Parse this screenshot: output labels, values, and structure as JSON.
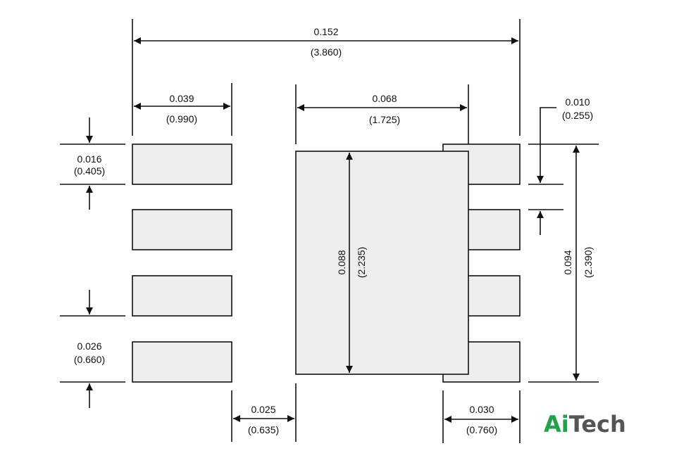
{
  "dimensions": {
    "overall_width": {
      "in": "0.152",
      "mm": "(3.860)"
    },
    "pad_length": {
      "in": "0.039",
      "mm": "(0.990)"
    },
    "center_pad_width": {
      "in": "0.068",
      "mm": "(1.725)"
    },
    "offset": {
      "in": "0.010",
      "mm": "(0.255)"
    },
    "pad_width": {
      "in": "0.016",
      "mm": "(0.405)"
    },
    "center_pad_height": {
      "in": "0.088",
      "mm": "(2.235)"
    },
    "overall_height": {
      "in": "0.094",
      "mm": "(2.390)"
    },
    "pitch": {
      "in": "0.026",
      "mm": "(0.660)"
    },
    "gap": {
      "in": "0.025",
      "mm": "(0.635)"
    },
    "right_pad_length": {
      "in": "0.030",
      "mm": "(0.760)"
    }
  },
  "logo": {
    "part1": "Ai",
    "part2": "Tech",
    "color1": "#22a04a",
    "color2": "#555555"
  }
}
